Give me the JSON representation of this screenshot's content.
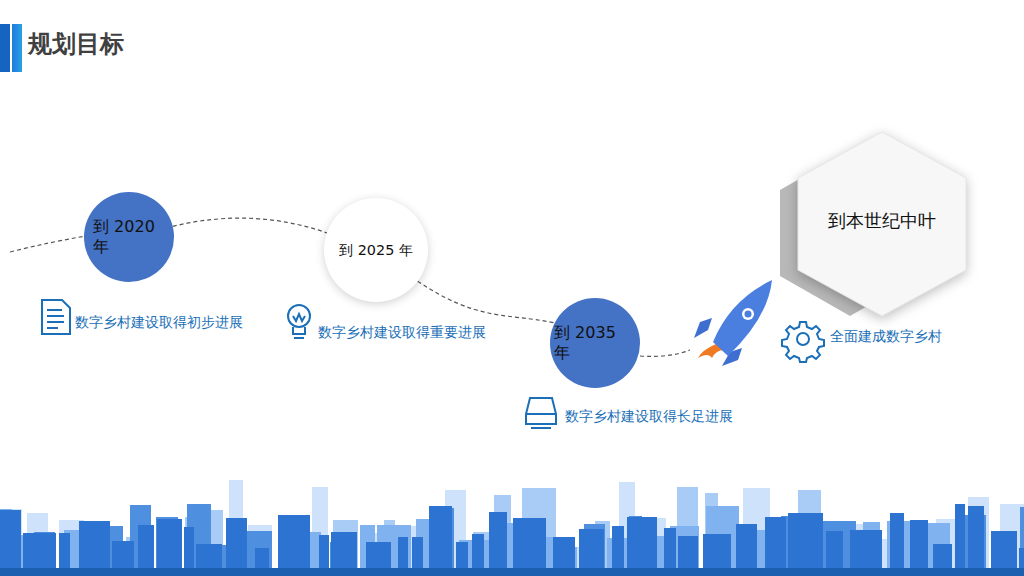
{
  "diagram": {
    "title": "规划目标",
    "nodes": [
      {
        "text": [
          "到 2020 年"
        ]
      },
      {
        "text": [
          "到 2025 年"
        ]
      },
      {
        "text": [
          "到 2035 年"
        ]
      },
      {
        "text": [
          "到本世纪中叶"
        ]
      }
    ],
    "edges": [
      {
        "from": 0,
        "to": 1,
        "arrow": "none"
      },
      {
        "from": 1,
        "to": 2,
        "arrow": "none"
      }
    ],
    "labels": [
      "数字乡村建设取得初步进展",
      "数字乡村建设取得重要进展",
      "数字乡村建设取得长足进展",
      "全面建成数字乡村"
    ]
  }
}
